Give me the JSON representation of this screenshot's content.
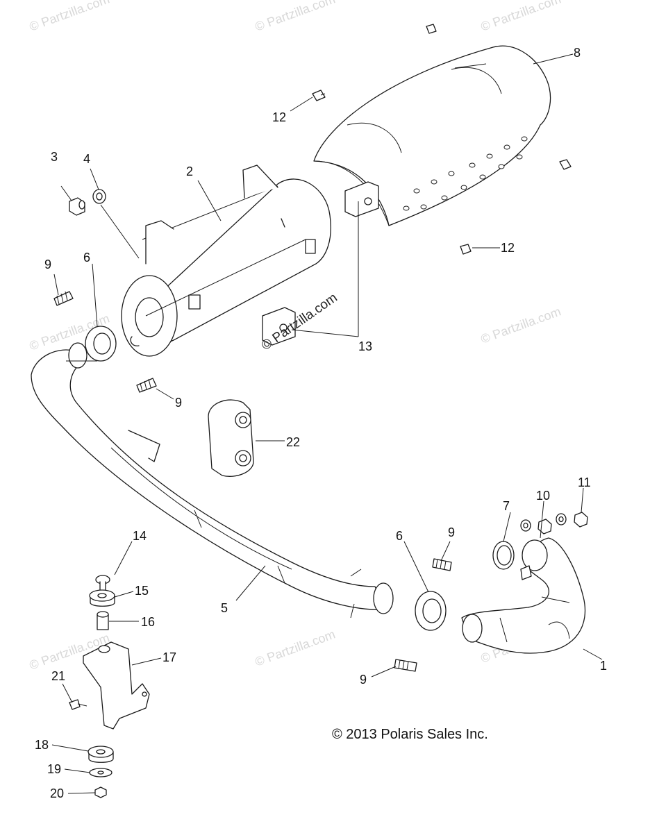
{
  "watermark": {
    "text": "© Partzilla.com",
    "overlay_text": "© Partzilla.com"
  },
  "copyright": "© 2013 Polaris Sales Inc.",
  "callouts": {
    "n1": "1",
    "n2": "2",
    "n3": "3",
    "n4": "4",
    "n5": "5",
    "n6a": "6",
    "n6b": "6",
    "n7": "7",
    "n8": "8",
    "n9a": "9",
    "n9b": "9",
    "n9c": "9",
    "n9d": "9",
    "n10": "10",
    "n11": "11",
    "n12a": "12",
    "n12b": "12",
    "n13": "13",
    "n14": "14",
    "n15": "15",
    "n16": "16",
    "n17": "17",
    "n18": "18",
    "n19": "19",
    "n20": "20",
    "n21": "21",
    "n22": "22"
  }
}
